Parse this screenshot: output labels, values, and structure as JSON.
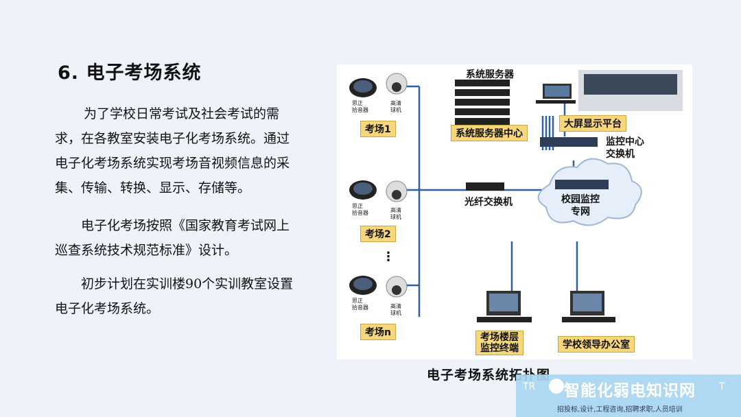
{
  "slide": {
    "title": "6. 电子考场系统",
    "paragraphs": [
      "为了学校日常考试及社会考试的需求，在各教室安装电子化考场系统。通过电子化考场系统实现考场音视频信息的采集、传输、转换、显示、存储等。",
      "电子化考场按照《国家教育考试网上巡查系统技术规范标准》设计。",
      "初步计划在实训楼90个实训教室设置电子化考场系统。"
    ]
  },
  "diagram": {
    "caption": "电子考场系统拓扑图",
    "server_title": "系统服务器",
    "server_center": "系统服务器中心",
    "big_screen": "大屏显示平台",
    "switch_label": "监控中心\n交换机",
    "fiber_switch": "光纤交换机",
    "campus_net": "校园监控\n专网",
    "exam_terminal": "考场楼层\n监控终端",
    "leader_office": "学校领导办公室",
    "mic_label": "思正\n拾音器",
    "cam_label": "高清\n球机",
    "rooms": [
      "考场1",
      "考场2",
      "考场n"
    ],
    "dots": "⋮"
  },
  "watermark": {
    "title": "智能化弱电知识网",
    "left_text": "TR",
    "right_text": "T",
    "subtitle": "招投标,设计,工程咨询,招聘求职,人员培训"
  },
  "colors": {
    "background": "#eef3fa",
    "link": "#2d5fa3",
    "label_fill": "#f6d77a",
    "watermark": "#a9d7f2"
  }
}
